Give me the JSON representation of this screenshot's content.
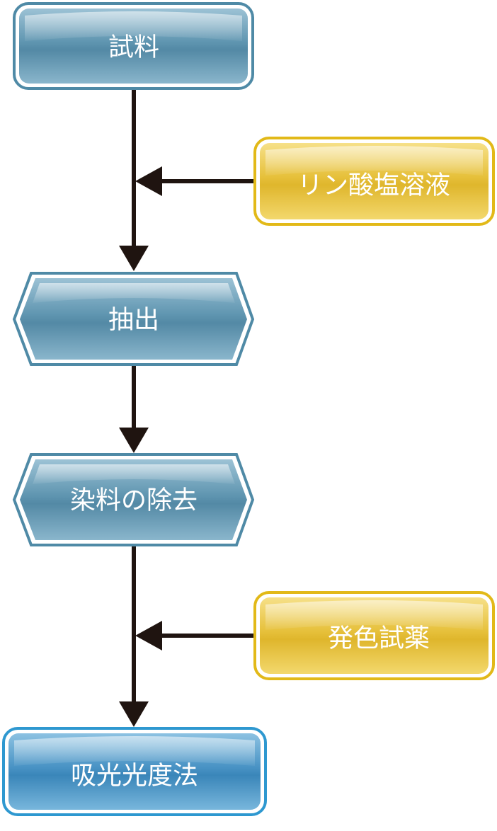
{
  "nodes": {
    "sample": "試料",
    "phosphate_solution": "リン酸塩溶液",
    "extraction": "抽出",
    "dye_removal": "染料の除去",
    "color_reagent": "発色試薬",
    "spectrophotometry": "吸光光度法"
  },
  "colors": {
    "blue_box": "#5d93ad",
    "blue_border": "#4a86a3",
    "yellow_box": "#e8c53a",
    "yellow_border": "#e2b918",
    "final_box": "#3f8fc4",
    "final_border": "#2e98d0",
    "arrow": "#1f1410"
  }
}
